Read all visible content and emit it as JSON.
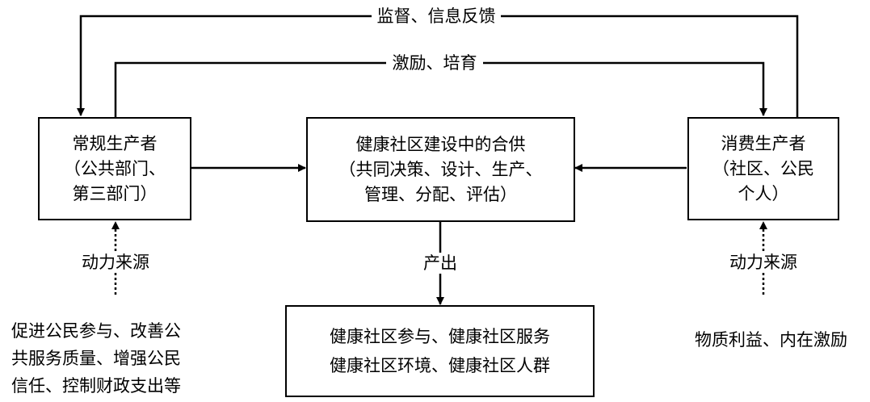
{
  "nodes": {
    "regular": {
      "lines": [
        "常规生产者",
        "（公共部门、",
        "第三部门）"
      ]
    },
    "coproduction": {
      "lines": [
        "健康社区建设中的合供",
        "（共同决策、设计、生产、",
        "管理、分配、评估）"
      ]
    },
    "consumer": {
      "lines": [
        "消费生产者",
        "（社区、公民",
        "个人）"
      ]
    },
    "output": {
      "lines": [
        "健康社区参与、健康社区服务",
        "健康社区环境、健康社区人群"
      ]
    }
  },
  "edges": {
    "supervise": "监督、信息反馈",
    "incentive": "激励、培育",
    "produce": "产出",
    "motive_left": "动力来源",
    "motive_right": "动力来源"
  },
  "sources": {
    "left_lines": [
      "促进公民参与、改善公",
      "共服务质量、增强公民",
      "信任、控制财政支出等"
    ],
    "right_text": "物质利益、内在激励"
  }
}
